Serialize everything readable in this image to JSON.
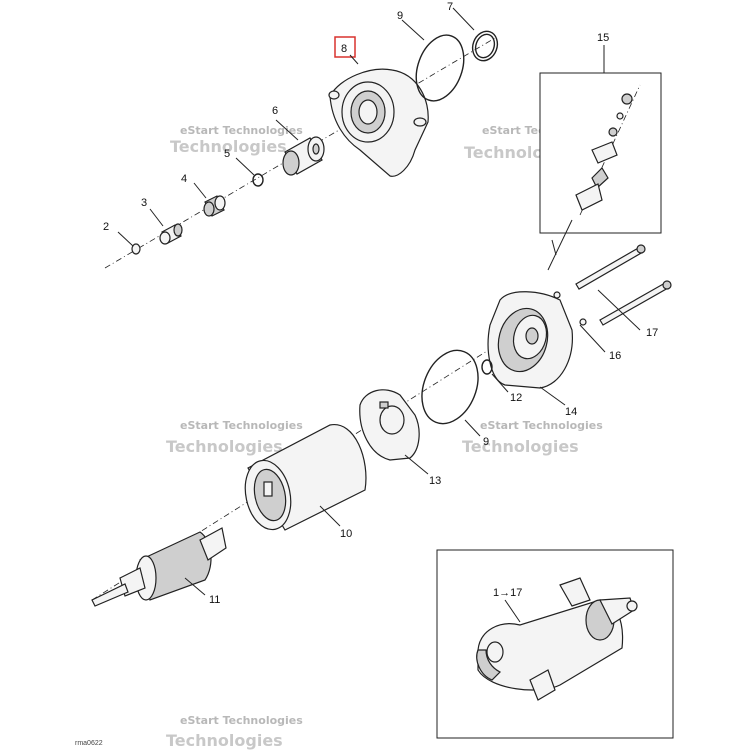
{
  "callouts": {
    "c2": "2",
    "c3": "3",
    "c4": "4",
    "c5": "5",
    "c6": "6",
    "c7": "7",
    "c8": "8",
    "c9": "9",
    "c9b": "9",
    "c10": "10",
    "c11": "11",
    "c12": "12",
    "c13": "13",
    "c14": "14",
    "c15": "15",
    "c16": "16",
    "c17": "17"
  },
  "assembly_label": "1→17",
  "figure_code": "rma0622",
  "watermark": {
    "line1": "eStart Technologies",
    "line2": "Technologies"
  },
  "colors": {
    "highlight": "#d9322e",
    "ink": "#222222"
  }
}
